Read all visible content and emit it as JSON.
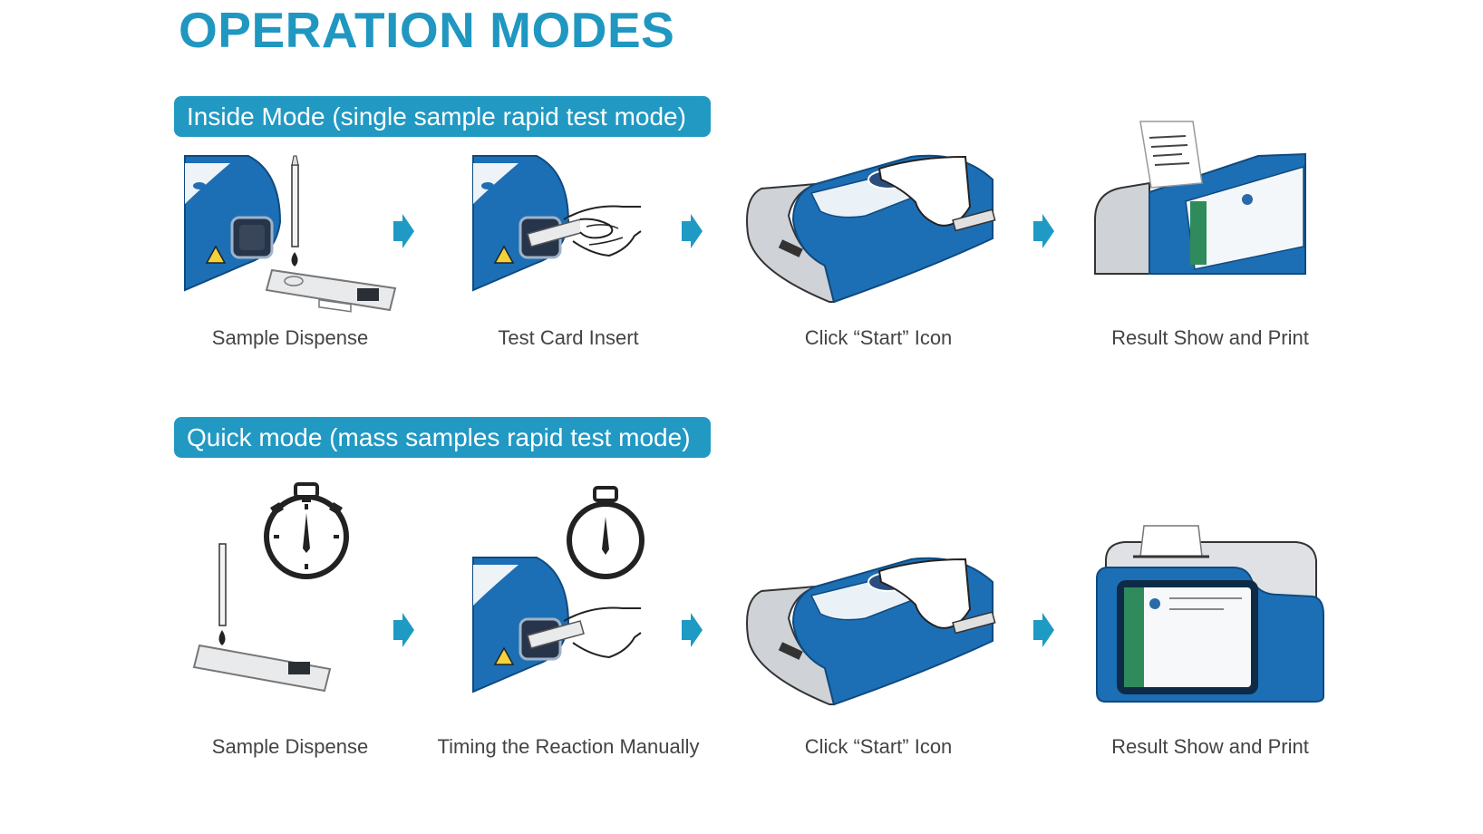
{
  "title": "OPERATION MODES",
  "colors": {
    "accent": "#1f97c0",
    "banner": "#2199c3",
    "device_blue": "#1d6fb5",
    "device_grey": "#c9ccd0"
  },
  "modes": [
    {
      "label": "Inside Mode (single sample rapid test mode)",
      "steps": [
        {
          "caption": "Sample Dispense",
          "icon": "pipette-test-card-icon"
        },
        {
          "caption": "Test Card Insert",
          "icon": "card-insert-hand-icon"
        },
        {
          "caption": "Click “Start” Icon",
          "icon": "touchscreen-start-icon"
        },
        {
          "caption": "Result Show and Print",
          "icon": "printout-screen-icon"
        }
      ]
    },
    {
      "label": "Quick mode (mass samples rapid test mode)",
      "steps": [
        {
          "caption": "Sample Dispense",
          "icon": "stopwatch-pipette-icon"
        },
        {
          "caption": "Timing the Reaction Manually",
          "icon": "stopwatch-card-insert-icon"
        },
        {
          "caption": "Click “Start” Icon",
          "icon": "touchscreen-start-icon"
        },
        {
          "caption": "Result Show and Print",
          "icon": "analyzer-front-icon"
        }
      ]
    }
  ]
}
